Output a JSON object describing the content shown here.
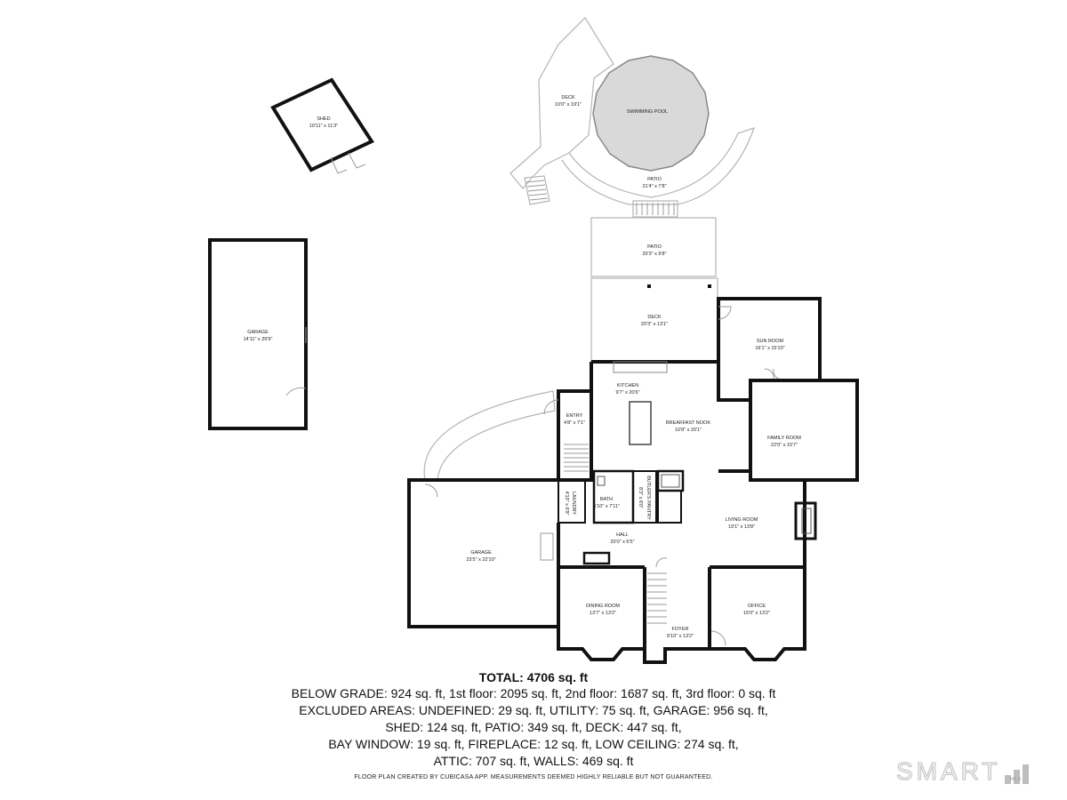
{
  "rooms": {
    "shed": {
      "name": "SHED",
      "dims": "10'11\" x 11'3\""
    },
    "deck_upper": {
      "name": "DECK",
      "dims": "10'0\" x 19'1\""
    },
    "pool": {
      "name": "SWIMMING POOL"
    },
    "patio_upper": {
      "name": "PATIO",
      "dims": "21'4\" x 7'8\""
    },
    "patio_mid": {
      "name": "PATIO",
      "dims": "20'3\" x 9'8\""
    },
    "garage_detached": {
      "name": "GARAGE",
      "dims": "14'11\" x 29'9\""
    },
    "deck_mid": {
      "name": "DECK",
      "dims": "20'3\" x 13'1\""
    },
    "sun_room": {
      "name": "SUN ROOM",
      "dims": "16'1\" x 15'10\""
    },
    "kitchen": {
      "name": "KITCHEN",
      "dims": "9'7\" x 20'6\""
    },
    "entry": {
      "name": "ENTRY",
      "dims": "4'8\" x 7'1\""
    },
    "breakfast_nook": {
      "name": "BREAKFAST NOOK",
      "dims": "10'8\" x 20'1\""
    },
    "family_room": {
      "name": "FAMILY ROOM",
      "dims": "22'0\" x 15'7\""
    },
    "laundry": {
      "name": "LAUNDRY",
      "dims": "4'10\" x 6'9\""
    },
    "bath": {
      "name": "BATH",
      "dims": "6'10\" x 7'11\""
    },
    "butlers_pantry": {
      "name": "BUTLER'S PANTRY",
      "dims": "8'3\" x 6'0\""
    },
    "living_room": {
      "name": "LIVING ROOM",
      "dims": "19'1\" x 13'8\""
    },
    "hall": {
      "name": "HALL",
      "dims": "20'0\" x 6'5\""
    },
    "garage_attached": {
      "name": "GARAGE",
      "dims": "23'5\" x 22'10\""
    },
    "dining_room": {
      "name": "DINING ROOM",
      "dims": "13'7\" x 13'2\""
    },
    "office": {
      "name": "OFFICE",
      "dims": "15'0\" x 13'2\""
    },
    "foyer": {
      "name": "FOYER",
      "dims": "9'10\" x 13'2\""
    }
  },
  "summary": {
    "total": "TOTAL: 4706 sq. ft",
    "lines": [
      "BELOW GRADE: 924 sq. ft, 1st floor: 2095 sq. ft, 2nd floor: 1687 sq. ft, 3rd floor: 0 sq. ft",
      "EXCLUDED AREAS: UNDEFINED: 29 sq. ft, UTILITY: 75 sq. ft, GARAGE: 956 sq. ft,",
      "SHED: 124 sq. ft, PATIO: 349 sq. ft, DECK: 447 sq. ft,",
      "BAY WINDOW: 19 sq. ft, FIREPLACE: 12 sq. ft, LOW CEILING: 274 sq. ft,",
      "ATTIC: 707 sq. ft, WALLS: 469 sq. ft"
    ]
  },
  "disclaimer": "FLOOR PLAN CREATED BY CUBICASA APP. MEASUREMENTS DEEMED HIGHLY RELIABLE BUT NOT GUARANTEED.",
  "brand": {
    "name": "SMART",
    "sub": "MLS"
  },
  "colors": {
    "wall": "#111111",
    "pool": "#d9d9d9",
    "outline": "#b5b5b5",
    "brand": "#c9c9c9"
  }
}
